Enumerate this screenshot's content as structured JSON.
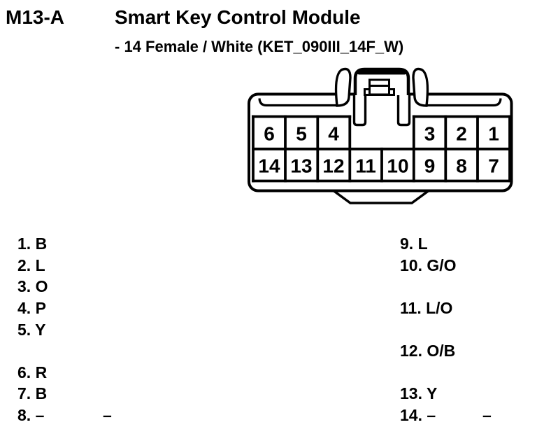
{
  "header": {
    "connector_id": "M13-A",
    "title": "Smart Key Control Module",
    "subtitle": "- 14 Female / White (KET_090III_14F_W)"
  },
  "connector": {
    "top_row": [
      "6",
      "5",
      "4",
      "3",
      "2",
      "1"
    ],
    "bottom_row": [
      "14",
      "13",
      "12",
      "11",
      "10",
      "9",
      "8",
      "7"
    ]
  },
  "pins": [
    {
      "pin": "1",
      "color": "B"
    },
    {
      "pin": "2",
      "color": "L"
    },
    {
      "pin": "3",
      "color": "O"
    },
    {
      "pin": "4",
      "color": "P"
    },
    {
      "pin": "5",
      "color": "Y"
    },
    {
      "pin": "6",
      "color": "R"
    },
    {
      "pin": "7",
      "color": "B"
    },
    {
      "pin": "8",
      "color": "–"
    },
    {
      "pin": "9",
      "color": "L"
    },
    {
      "pin": "10",
      "color": "G/O"
    },
    {
      "pin": "11",
      "color": "L/O"
    },
    {
      "pin": "12",
      "color": "O/B"
    },
    {
      "pin": "13",
      "color": "Y"
    },
    {
      "pin": "14",
      "color": "–"
    }
  ],
  "pin_list": {
    "rows": [
      {
        "left": "1. B",
        "right": "9. L"
      },
      {
        "left": "2. L",
        "right": "10. G/O"
      },
      {
        "left": "3. O",
        "right": ""
      },
      {
        "left": "4. P",
        "right": "11. L/O"
      },
      {
        "left": "5. Y",
        "right": ""
      },
      {
        "left": "",
        "right": "12. O/B"
      },
      {
        "left": "6. R",
        "right": ""
      },
      {
        "left": "7. B",
        "right": "13. Y"
      },
      {
        "left": "8. –",
        "right": "14. –",
        "left_extra": "–",
        "right_extra": "–"
      }
    ]
  },
  "colors": {
    "ink": "#000000",
    "paper": "#ffffff"
  }
}
